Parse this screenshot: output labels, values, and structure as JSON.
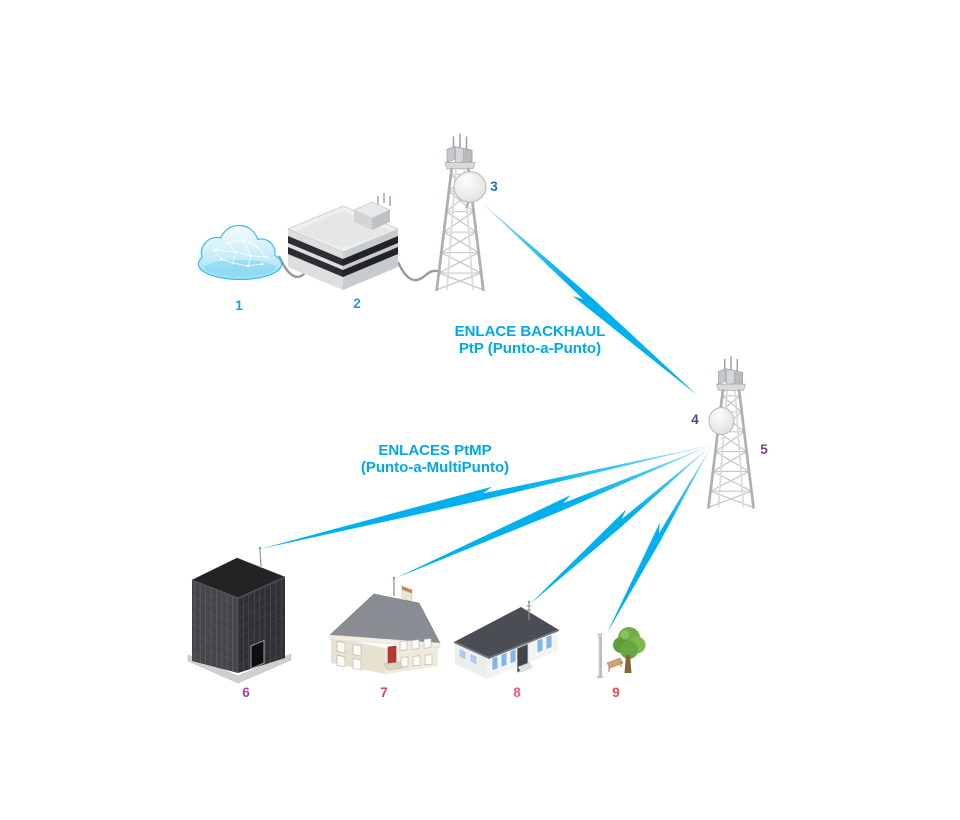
{
  "figure": {
    "links": {
      "backhaul": {
        "line1": "ENLACE BACKHAUL",
        "line2": "PtP (Punto-a-Punto)"
      },
      "ptmp": {
        "line1": "ENLACES PtMP",
        "line2": "(Punto-a-MultiPunto)"
      }
    },
    "nodes": [
      {
        "num": "1",
        "name": "internet-cloud",
        "color": "#2e97d1"
      },
      {
        "num": "2",
        "name": "gateway-server",
        "color": "#2e97d1"
      },
      {
        "num": "3",
        "name": "backhaul-tower",
        "color": "#1e6fb0"
      },
      {
        "num": "4",
        "name": "dish-antenna",
        "color": "#55408a"
      },
      {
        "num": "5",
        "name": "distribution-tower",
        "color": "#7e3f98"
      },
      {
        "num": "6",
        "name": "office-building",
        "color": "#b13c9e"
      },
      {
        "num": "7",
        "name": "residential-house",
        "color": "#cf3a8c"
      },
      {
        "num": "8",
        "name": "commercial-building",
        "color": "#f2598c"
      },
      {
        "num": "9",
        "name": "street-pole-tree",
        "color": "#e34960"
      }
    ],
    "colors": {
      "beam": "#00b0ef",
      "beam_pale": "#c9edfb",
      "label": "#00a9e6"
    }
  }
}
